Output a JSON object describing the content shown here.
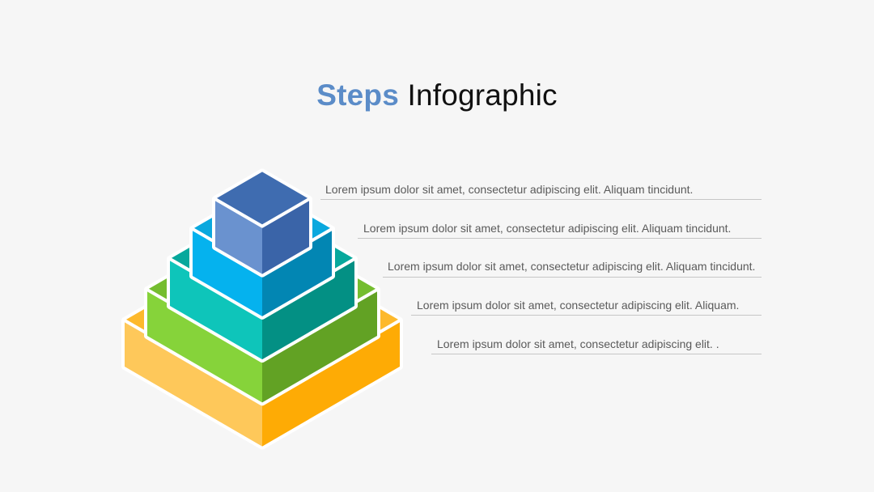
{
  "title": {
    "accent": "Steps",
    "rest": "Infographic"
  },
  "steps": [
    {
      "text": "Lorem ipsum dolor sit amet, consectetur adipiscing elit. Aliquam tincidunt.",
      "left": "#6a92cf",
      "right": "#3a64a8",
      "top": "#3f6cb0"
    },
    {
      "text": "Lorem ipsum dolor sit amet, consectetur adipiscing elit. Aliquam tincidunt.",
      "left": "#05b2ee",
      "right": "#0286b3",
      "top": "#0aa8de"
    },
    {
      "text": "Lorem ipsum dolor sit amet, consectetur adipiscing elit. Aliquam tincidunt.",
      "left": "#0ec5ba",
      "right": "#039084",
      "top": "#07a89c"
    },
    {
      "text": "Lorem ipsum dolor sit amet, consectetur adipiscing elit. Aliquam.",
      "left": "#86d33a",
      "right": "#62a224",
      "top": "#74bd2f"
    },
    {
      "text": "Lorem ipsum dolor sit amet, consectetur adipiscing elit. .",
      "left": "#fec85a",
      "right": "#feab05",
      "top": "#fdb92c"
    }
  ],
  "colors": {
    "accent": "#5b8cc8",
    "line": "#c6c6c6",
    "text": "#5a5a5a",
    "background": "#f6f6f6"
  }
}
